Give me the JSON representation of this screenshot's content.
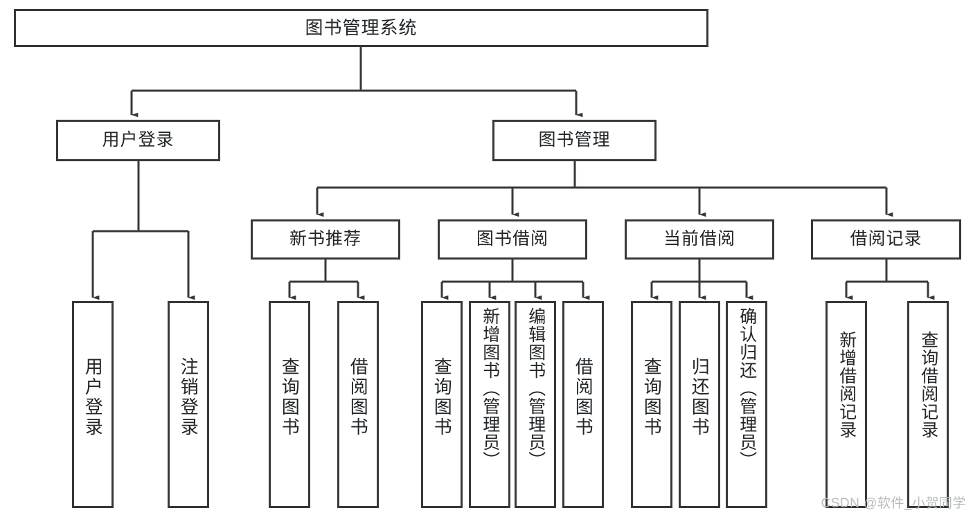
{
  "diagram": {
    "title": "图书管理系统",
    "type": "tree-hierarchy-chart",
    "root": {
      "label": "图书管理系统"
    },
    "level2": [
      {
        "label": "用户登录"
      },
      {
        "label": "图书管理"
      }
    ],
    "level3": [
      {
        "label": "新书推荐"
      },
      {
        "label": "图书借阅"
      },
      {
        "label": "当前借阅"
      },
      {
        "label": "借阅记录"
      }
    ],
    "leaves": {
      "user_login": [
        {
          "label": "用户登录"
        },
        {
          "label": "注销登录"
        }
      ],
      "new_book_recommend": [
        {
          "label": "查询图书"
        },
        {
          "label": "借阅图书"
        }
      ],
      "book_borrow": [
        {
          "label": "查询图书"
        },
        {
          "label": "新增图书（管理员）"
        },
        {
          "label": "编辑图书（管理员）"
        },
        {
          "label": "借阅图书"
        }
      ],
      "current_borrow": [
        {
          "label": "查询图书"
        },
        {
          "label": "归还图书"
        },
        {
          "label": "确认归还（管理员）"
        }
      ],
      "borrow_record": [
        {
          "label": "新增借阅记录"
        },
        {
          "label": "查询借阅记录"
        }
      ]
    }
  },
  "watermark": {
    "text": "CSDN @软件_小贺同学"
  },
  "colors": {
    "stroke": "#35393c",
    "text": "#222629",
    "background": "#ffffff",
    "watermark": "#b9bcbe"
  }
}
